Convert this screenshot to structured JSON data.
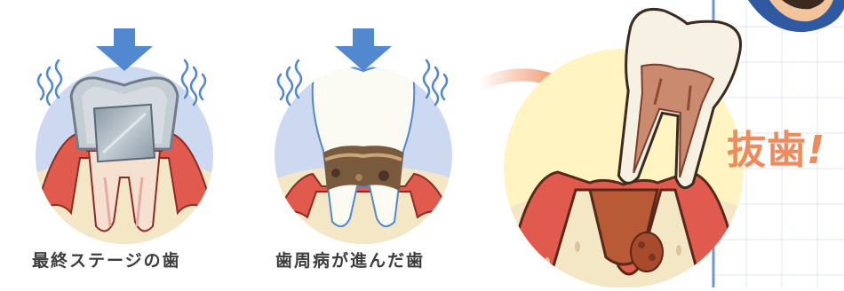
{
  "captions": {
    "final_stage": "最終ステージの歯",
    "periodontal": "歯周病が進んだ歯"
  },
  "extraction_label": "抜歯",
  "extraction_mark": "!",
  "colors": {
    "circle_bg": "#cdd9f0",
    "arrow_blue": "#5288cf",
    "gum_red": "#e05b4e",
    "bone": "#f4e7c6",
    "highlight_yellow": "#fff4c2",
    "accent_orange": "#ef8a5c",
    "grid_line": "#7fa3d6",
    "caption_text": "#3d3d3d"
  },
  "icons": [
    "pressure-arrow-icon",
    "vibration-wave-icon",
    "curved-arrow-icon",
    "tooth-icon"
  ]
}
